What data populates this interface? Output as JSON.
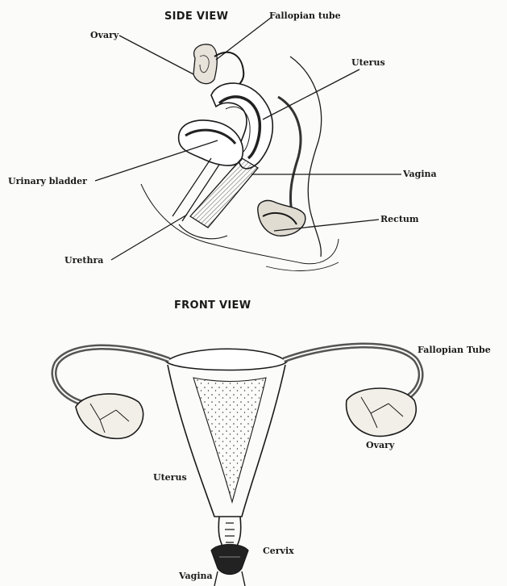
{
  "side_view": {
    "heading": "SIDE VIEW",
    "labels": {
      "fallopian_tube": "Fallopian tube",
      "ovary": "Ovary",
      "uterus": "Uterus",
      "urinary_bladder": "Urinary bladder",
      "vagina": "Vagina",
      "rectum": "Rectum",
      "urethra": "Urethra"
    }
  },
  "front_view": {
    "heading": "FRONT VIEW",
    "labels": {
      "fallopian_tube": "Fallopian Tube",
      "ovary": "Ovary",
      "uterus": "Uterus",
      "cervix": "Cervix",
      "vagina": "Vagina"
    }
  }
}
